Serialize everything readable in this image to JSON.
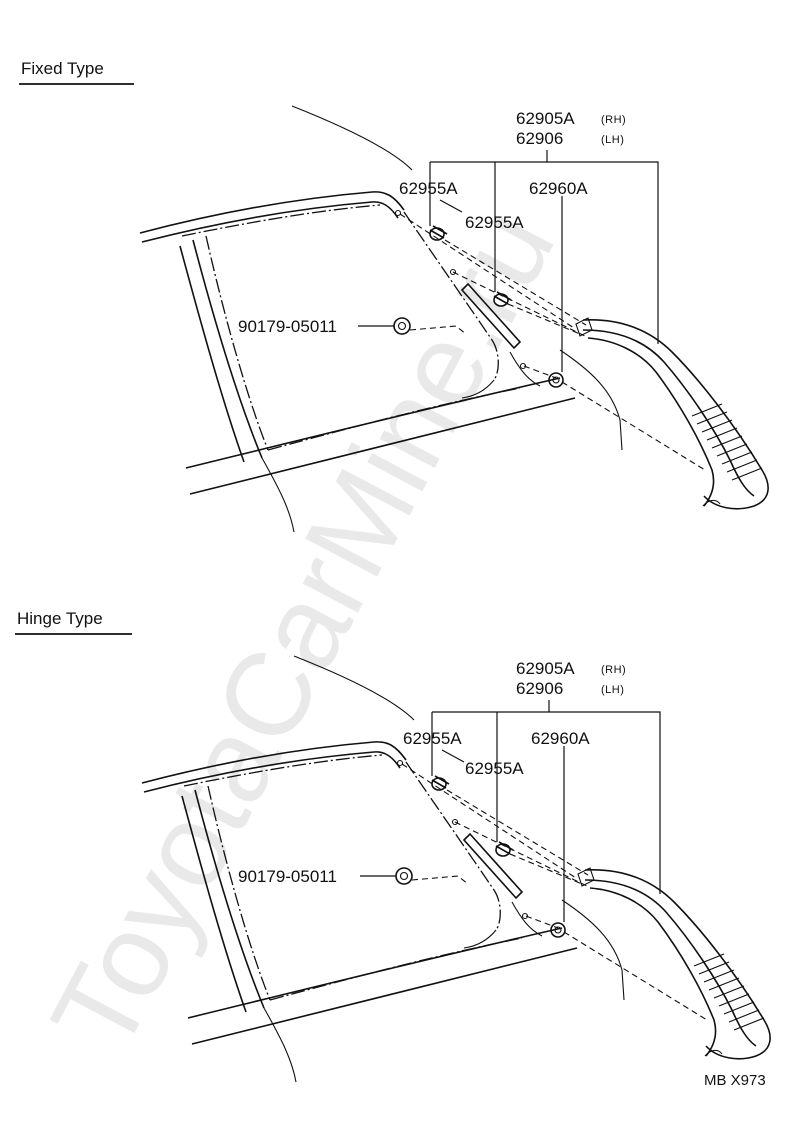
{
  "watermark": "ToyotaCarMine.ru",
  "sections": [
    {
      "title": "Fixed Type",
      "parts": {
        "spoiler_rh": "62905A",
        "spoiler_rh_side": "(RH)",
        "spoiler_lh": "62906",
        "spoiler_lh_side": "(LH)",
        "clip_a": "62955A",
        "clip_b": "62955A",
        "nut": "62960A",
        "screw_nut": "90179-05011"
      }
    },
    {
      "title": "Hinge Type",
      "parts": {
        "spoiler_rh": "62905A",
        "spoiler_rh_side": "(RH)",
        "spoiler_lh": "62906",
        "spoiler_lh_side": "(LH)",
        "clip_a": "62955A",
        "clip_b": "62955A",
        "nut": "62960A",
        "screw_nut": "90179-05011"
      }
    }
  ],
  "reference_code": "MB X973"
}
